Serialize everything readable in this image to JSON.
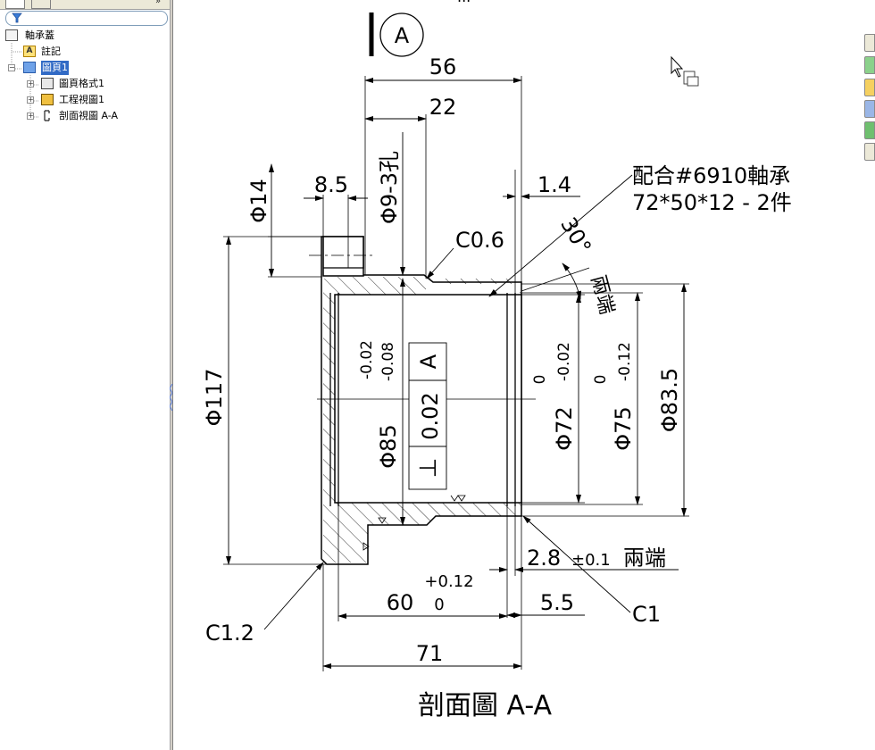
{
  "tree": {
    "root": "軸承蓋",
    "annotations": "註記",
    "sheet": "圖頁1",
    "sheet_format": "圖頁格式1",
    "drawing_view": "工程視圖1",
    "section_view": "剖面視圖 A-A"
  },
  "drawing": {
    "top_title_partial": "...",
    "section_marker": "A",
    "dims": {
      "d56": "56",
      "d22": "22",
      "d14": "Φ14",
      "d8_5": "8.5",
      "hole": "Φ9-3孔",
      "d1_4": "1.4",
      "bearing_line1": "配合#6910軸承",
      "bearing_line2": "72*50*12 - 2件",
      "c06": "C0.6",
      "angle": "30°",
      "angle_note": "兩端",
      "d117": "Φ117",
      "d85": "Φ85",
      "d85_tol_upper": "-0.02",
      "d85_tol_lower": "-0.08",
      "d72": "Φ72",
      "d72_tol_upper": "0",
      "d72_tol_lower": "-0.02",
      "d75": "Φ75",
      "d75_tol_upper": "0",
      "d75_tol_lower": "-0.12",
      "d83_5": "Φ83.5",
      "d2_8": "2.8",
      "d2_8_tol": "±0.1",
      "d2_8_note": "兩端",
      "d60": "60",
      "d60_tol_upper": "+0.12",
      "d60_tol_lower": "0",
      "d5_5": "5.5",
      "c1": "C1",
      "c1_2": "C1.2",
      "d71": "71",
      "view_title": "剖面圖 A-A"
    },
    "gtol": {
      "datum": "A",
      "tolerance": "0.02",
      "symbol": "⊥"
    }
  }
}
